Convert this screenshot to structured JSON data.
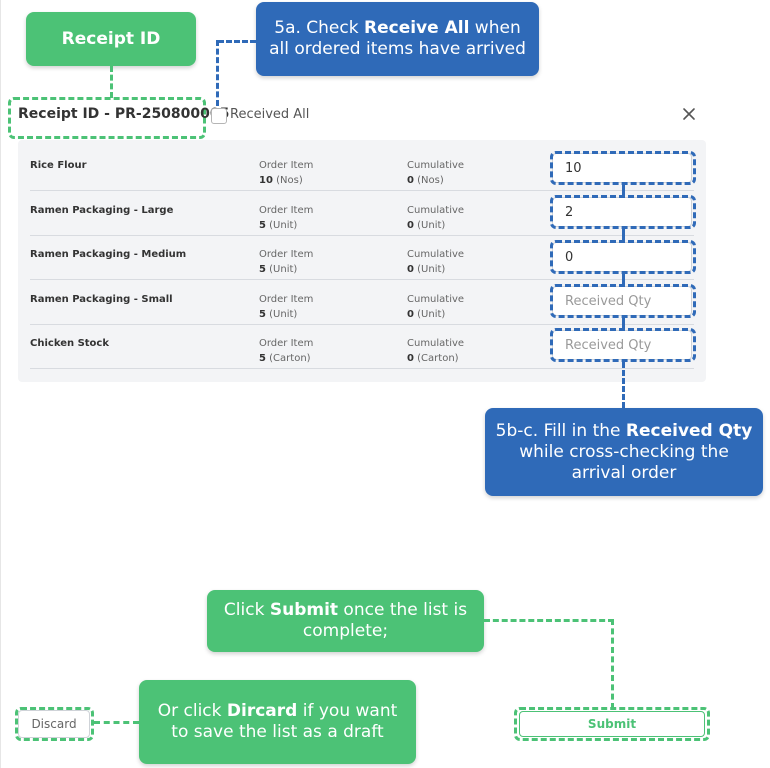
{
  "callouts": {
    "receipt_id": "Receipt ID",
    "step5a": {
      "pre": "5a. Check ",
      "bold": "Receive All",
      "post": " when all ordered items have arrived"
    },
    "step5bc": {
      "pre": "5b-c. Fill in the ",
      "bold": "Received Qty",
      "post": " while cross-checking the arrival order"
    },
    "submit_hint": {
      "pre": "Click ",
      "bold": "Submit",
      "post": " once the list is complete;"
    },
    "discard_hint": {
      "pre": "Or click ",
      "bold": "Dircard",
      "post": " if you want to save the list as a draft"
    }
  },
  "header": {
    "receipt_id": "Receipt ID - PR-250800005",
    "received_all_label": "Received All",
    "received_all_checked": false
  },
  "columns": {
    "order_item": "Order Item",
    "cumulative": "Cumulative"
  },
  "items": [
    {
      "name": "Rice Flour",
      "order_qty": "10",
      "order_unit": "(Nos)",
      "cum_qty": "0",
      "cum_unit": "(Nos)",
      "received_value": "10",
      "placeholder": "Received Qty"
    },
    {
      "name": "Ramen Packaging - Large",
      "order_qty": "5",
      "order_unit": "(Unit)",
      "cum_qty": "0",
      "cum_unit": "(Unit)",
      "received_value": "2",
      "placeholder": "Received Qty"
    },
    {
      "name": "Ramen Packaging - Medium",
      "order_qty": "5",
      "order_unit": "(Unit)",
      "cum_qty": "0",
      "cum_unit": "(Unit)",
      "received_value": "0",
      "placeholder": "Received Qty"
    },
    {
      "name": "Ramen Packaging - Small",
      "order_qty": "5",
      "order_unit": "(Unit)",
      "cum_qty": "0",
      "cum_unit": "(Unit)",
      "received_value": "",
      "placeholder": "Received Qty"
    },
    {
      "name": "Chicken Stock",
      "order_qty": "5",
      "order_unit": "(Carton)",
      "cum_qty": "0",
      "cum_unit": "(Carton)",
      "received_value": "",
      "placeholder": "Received Qty"
    }
  ],
  "footer": {
    "discard_label": "Discard",
    "submit_label": "Submit"
  },
  "colors": {
    "green": "#4cc276",
    "blue": "#2f6ab8",
    "panel": "#f3f4f6"
  },
  "icons": {
    "close": "close-icon"
  }
}
